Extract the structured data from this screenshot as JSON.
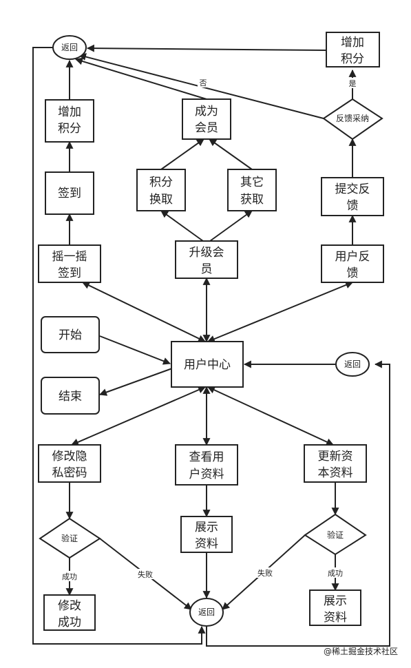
{
  "nodes": {
    "start": {
      "lines": [
        "开始"
      ]
    },
    "end": {
      "lines": [
        "结束"
      ]
    },
    "center": {
      "lines": [
        "用户中心"
      ]
    },
    "shake_sign": {
      "lines": [
        "摇一摇",
        "签到"
      ]
    },
    "sign_in": {
      "lines": [
        "签到"
      ]
    },
    "add_points_left": {
      "lines": [
        "增加",
        "积分"
      ]
    },
    "upgrade_member": {
      "lines": [
        "升级会",
        "员"
      ]
    },
    "points_exchange": {
      "lines": [
        "积分",
        "换取"
      ]
    },
    "other_obtain": {
      "lines": [
        "其它",
        "获取"
      ]
    },
    "become_member": {
      "lines": [
        "成为",
        "会员"
      ]
    },
    "user_feedback": {
      "lines": [
        "用户反",
        "馈"
      ]
    },
    "submit_feedback": {
      "lines": [
        "提交反",
        "馈"
      ]
    },
    "feedback_adopted": {
      "lines": [
        "反馈采纳"
      ]
    },
    "add_points_right": {
      "lines": [
        "增加",
        "积分"
      ]
    },
    "return_top": {
      "lines": [
        "返回"
      ]
    },
    "return_right": {
      "lines": [
        "返回"
      ]
    },
    "return_bottom": {
      "lines": [
        "返回"
      ]
    },
    "edit_privacy": {
      "lines": [
        "修改隐",
        "私密码"
      ]
    },
    "verify_left": {
      "lines": [
        "验证"
      ]
    },
    "edit_success": {
      "lines": [
        "修改",
        "成功"
      ]
    },
    "view_profile": {
      "lines": [
        "查看用",
        "户资料"
      ]
    },
    "show_profile_mid": {
      "lines": [
        "展示",
        "资料"
      ]
    },
    "update_profile": {
      "lines": [
        "更新资",
        "本资料"
      ]
    },
    "verify_right": {
      "lines": [
        "验证"
      ]
    },
    "show_profile_right": {
      "lines": [
        "展示",
        "资料"
      ]
    }
  },
  "edge_labels": {
    "no": "否",
    "yes": "是",
    "success_left": "成功",
    "fail_left": "失败",
    "fail_right": "失败",
    "success_right": "成功"
  },
  "watermark": "@稀土掘金技术社区"
}
